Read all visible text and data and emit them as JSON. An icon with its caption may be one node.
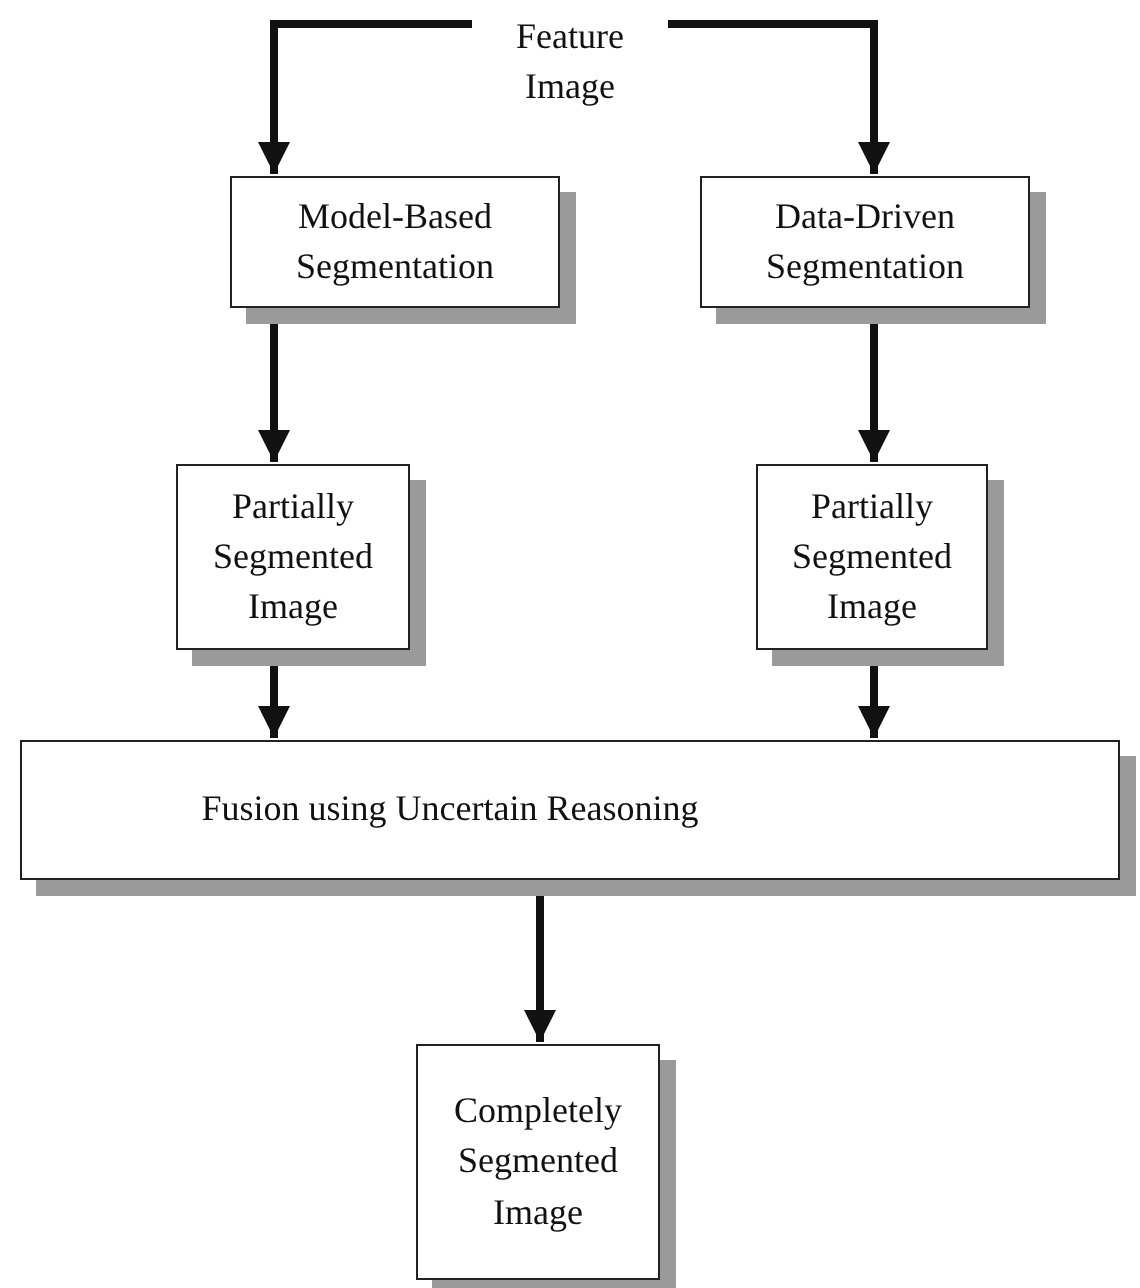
{
  "diagram": {
    "nodes": [
      {
        "text": [
          "Feature Image"
        ]
      },
      {
        "text": [
          "Model-Based Segmentation"
        ]
      },
      {
        "text": [
          "Data-Driven Segmentation"
        ]
      },
      {
        "text": [
          "Partially Segmented Image"
        ]
      },
      {
        "text": [
          "Partially Segmented Image"
        ]
      },
      {
        "text": [
          "Fusion using Uncertain Reasoning"
        ]
      },
      {
        "text": [
          "Completely Segmented Image"
        ]
      }
    ],
    "edges": [
      {
        "from": 0,
        "to": 1,
        "arrow": "to"
      },
      {
        "from": 0,
        "to": 2,
        "arrow": "to"
      },
      {
        "from": 1,
        "to": 3,
        "arrow": "to"
      },
      {
        "from": 2,
        "to": 4,
        "arrow": "to"
      },
      {
        "from": 3,
        "to": 5,
        "arrow": "to"
      },
      {
        "from": 4,
        "to": 5,
        "arrow": "to"
      },
      {
        "from": 5,
        "to": 6,
        "arrow": "to"
      }
    ]
  }
}
